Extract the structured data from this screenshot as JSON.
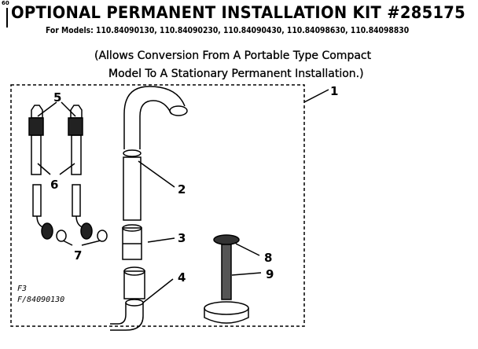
{
  "header": {
    "corner_mark": "60",
    "title": "OPTIONAL PERMANENT INSTALLATION KIT #285175",
    "models": "For Models: 110.84090130, 110.84090230, 110.84090430, 110.84098630, 110.84098830",
    "subtitle_line1": "(Allows Conversion From A Portable Type Compact",
    "subtitle_line2": "Model To A Stationary Permanent Installation.)"
  },
  "callouts": [
    "1",
    "2",
    "3",
    "4",
    "5",
    "6",
    "7",
    "8",
    "9"
  ],
  "figure_ref": {
    "line1": "F3",
    "line2": "F/84090130"
  }
}
